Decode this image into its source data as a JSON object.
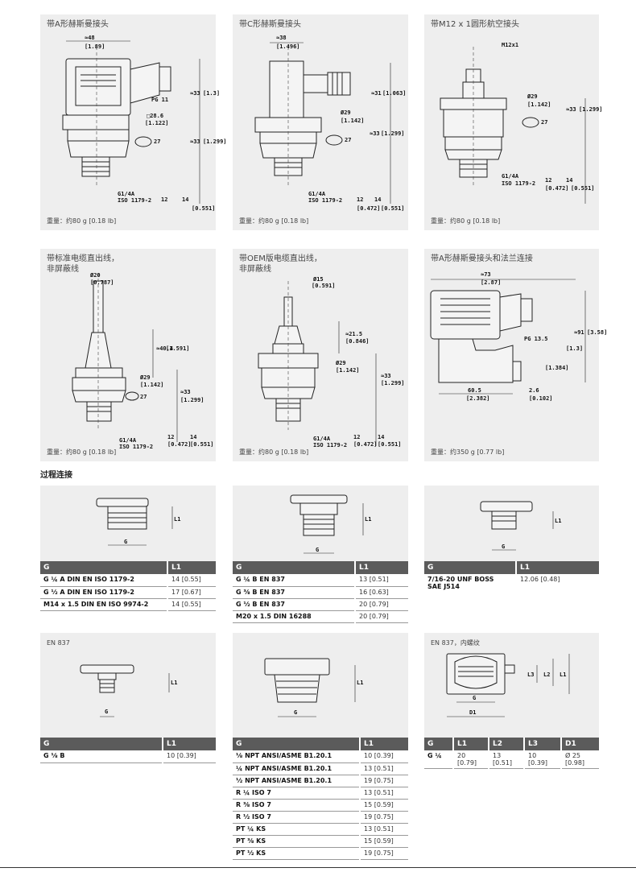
{
  "connectors": [
    {
      "title": "带A形赫斯曼接头",
      "weight": "重量：约80 g [0.18 lb]",
      "labels": [
        "≈48",
        "[1.89]",
        "PG 11",
        "□28.6",
        "[1.122]",
        "27",
        "G1/4A",
        "ISO 1179-2",
        "≈33",
        "[1.3]",
        "≈33",
        "[1.299]",
        "12",
        "14",
        "[0.551]"
      ]
    },
    {
      "title": "带C形赫斯曼接头",
      "weight": "重量：约80 g [0.18 lb]",
      "labels": [
        "≈38",
        "[1.496]",
        "Ø29",
        "[1.142]",
        "27",
        "G1/4A",
        "ISO 1179-2",
        "≈33",
        "[1.299]",
        "≈31",
        "[1.063]",
        "12",
        "[0.472]",
        "14",
        "[0.551]"
      ]
    },
    {
      "title": "带M12 x 1圆形航空接头",
      "weight": "重量：约80 g [0.18 lb]",
      "labels": [
        "M12x1",
        "Ø29",
        "[1.142]",
        "27",
        "G1/4A",
        "ISO 1179-2",
        "≈33",
        "[1.299]",
        "12",
        "[0.472]",
        "14",
        "[0.551]"
      ]
    },
    {
      "title": "带标准电缆直出线，\n非屏蔽线",
      "weight": "重量：约80 g [0.18 lb]",
      "labels": [
        "Ø20",
        "[0.787]",
        "Ø29",
        "[1.142]",
        "27",
        "G1/4A",
        "ISO 1179-2",
        "≈40.4",
        "[1.591]",
        "≈33",
        "[1.299]",
        "12",
        "[0.472]",
        "14",
        "[0.551]"
      ]
    },
    {
      "title": "带OEM版电缆直出线，\n非屏蔽线",
      "weight": "重量：约80 g [0.18 lb]",
      "labels": [
        "Ø15",
        "[0.591]",
        "Ø29",
        "[1.142]",
        "G1/4A",
        "ISO 1179-2",
        "≈21.5",
        "[0.846]",
        "≈33",
        "[1.299]",
        "12",
        "[0.472]",
        "14",
        "[0.551]"
      ]
    },
    {
      "title": "带A形赫斯曼接头和法兰连接",
      "weight": "重量：约350 g [0.77 lb]",
      "labels": [
        "≈73",
        "[2.87]",
        "PG 13.5",
        "60.5",
        "[2.382]",
        "2.6",
        "[0.102]",
        "≈91",
        "[3.58]",
        "[1.3]",
        "[1.384]"
      ]
    }
  ],
  "section_heading": "过程连接",
  "fittings": [
    {
      "caption": "",
      "headers": [
        "G",
        "L1"
      ],
      "rows": [
        [
          "G ¼ A DIN EN ISO 1179-2",
          "14 [0.55]"
        ],
        [
          "G ½ A DIN EN ISO 1179-2",
          "17 [0.67]"
        ],
        [
          "M14 x 1.5 DIN EN ISO 9974-2",
          "14 [0.55]"
        ]
      ],
      "drawing_labels": [
        "L1",
        "G"
      ]
    },
    {
      "caption": "",
      "headers": [
        "G",
        "L1"
      ],
      "rows": [
        [
          "G ¼ B EN 837",
          "13 [0.51]"
        ],
        [
          "G ⅜ B EN 837",
          "16 [0.63]"
        ],
        [
          "G ½ B EN 837",
          "20 [0.79]"
        ],
        [
          "M20 x 1.5 DIN 16288",
          "20 [0.79]"
        ]
      ],
      "drawing_labels": [
        "L1",
        "G"
      ]
    },
    {
      "caption": "",
      "headers": [
        "G",
        "L1"
      ],
      "rows": [
        [
          "7/16-20 UNF BOSS\nSAE J514",
          "12.06 [0.48]"
        ]
      ],
      "drawing_labels": [
        "L1",
        "G"
      ]
    },
    {
      "caption": "EN 837",
      "headers": [
        "G",
        "L1"
      ],
      "rows": [
        [
          "G ⅛ B",
          "10 [0.39]"
        ]
      ],
      "drawing_labels": [
        "L1",
        "G"
      ]
    },
    {
      "caption": "",
      "headers": [
        "G",
        "L1"
      ],
      "rows": [
        [
          "⅛ NPT ANSI/ASME B1.20.1",
          "10 [0.39]"
        ],
        [
          "¼ NPT ANSI/ASME B1.20.1",
          "13 [0.51]"
        ],
        [
          "½ NPT ANSI/ASME B1.20.1",
          "19 [0.75]"
        ],
        [
          "R ¼ ISO 7",
          "13 [0.51]"
        ],
        [
          "R ⅜ ISO 7",
          "15 [0.59]"
        ],
        [
          "R ½ ISO 7",
          "19 [0.75]"
        ],
        [
          "PT ¼ KS",
          "13 [0.51]"
        ],
        [
          "PT ⅜ KS",
          "15 [0.59]"
        ],
        [
          "PT ½ KS",
          "19 [0.75]"
        ]
      ],
      "drawing_labels": [
        "L1",
        "G"
      ]
    },
    {
      "caption": "EN 837，内螺纹",
      "headers": [
        "G",
        "L1",
        "L2",
        "L3",
        "D1"
      ],
      "rows": [
        [
          "G ¼",
          "20\n[0.79]",
          "13\n[0.51]",
          "10\n[0.39]",
          "Ø 25\n[0.98]"
        ]
      ],
      "drawing_labels": [
        "L1",
        "L2",
        "L3",
        "G",
        "D1"
      ]
    }
  ]
}
